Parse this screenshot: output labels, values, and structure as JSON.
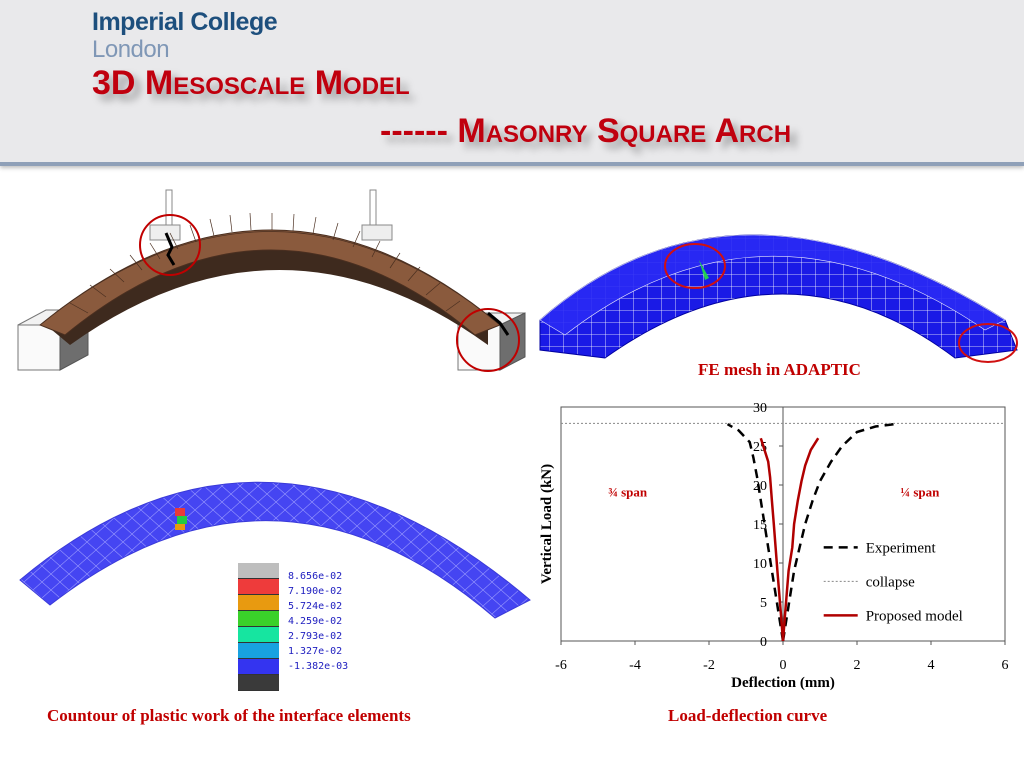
{
  "header": {
    "logo_line1": "Imperial College",
    "logo_line2": "London",
    "title_line1": "3D Mesoscale Model",
    "title_line2": "------ Masonry Square Arch"
  },
  "captions": {
    "fe_mesh": "FE mesh in ADAPTIC",
    "contour": "Countour of plastic work of the interface elements",
    "load_deflection": "Load-deflection curve"
  },
  "legend_scale": {
    "labels": [
      "8.656e-02",
      "7.190e-02",
      "5.724e-02",
      "4.259e-02",
      "2.793e-02",
      "1.327e-02",
      "-1.382e-03"
    ],
    "colors": [
      "#bebebe",
      "#ee3b3b",
      "#e89a10",
      "#3ad12a",
      "#16e5a0",
      "#18a2e0",
      "#3434f0",
      "#3a3a3a"
    ]
  },
  "chart_data": {
    "type": "line",
    "xlabel": "Deflection (mm)",
    "ylabel": "Vertical Load (kN)",
    "xlim": [
      -6,
      6
    ],
    "ylim": [
      0,
      30
    ],
    "xticks": [
      -6,
      -4,
      -2,
      0,
      2,
      4,
      6
    ],
    "yticks": [
      0,
      5,
      10,
      15,
      20,
      25,
      30
    ],
    "grid": false,
    "legend_position": "right",
    "annotations": [
      {
        "text": "¾ span",
        "x": -4.2,
        "y": 18.5
      },
      {
        "text": "¼ span",
        "x": 3.7,
        "y": 18.5
      }
    ],
    "series": [
      {
        "name": "Experiment",
        "style": "dashed",
        "color": "#000000",
        "segments": [
          [
            [
              0,
              0
            ],
            [
              -0.1,
              3
            ],
            [
              -0.2,
              6
            ],
            [
              -0.3,
              9
            ],
            [
              -0.4,
              12
            ],
            [
              -0.5,
              15
            ],
            [
              -0.6,
              18
            ],
            [
              -0.7,
              21
            ],
            [
              -0.8,
              23.5
            ],
            [
              -0.9,
              25.5
            ],
            [
              -1.2,
              27
            ],
            [
              -1.5,
              27.8
            ]
          ],
          [
            [
              0,
              0
            ],
            [
              0.1,
              3
            ],
            [
              0.2,
              6
            ],
            [
              0.3,
              9
            ],
            [
              0.45,
              12
            ],
            [
              0.6,
              15
            ],
            [
              0.8,
              18
            ],
            [
              1.0,
              20.5
            ],
            [
              1.3,
              23
            ],
            [
              1.6,
              25
            ],
            [
              2.0,
              26.8
            ],
            [
              2.5,
              27.5
            ],
            [
              3.0,
              27.8
            ]
          ]
        ]
      },
      {
        "name": "collapse",
        "style": "dotted",
        "color": "#888888",
        "segments": [
          [
            [
              -6,
              27.9
            ],
            [
              6,
              27.9
            ]
          ]
        ]
      },
      {
        "name": "Proposed model",
        "style": "solid",
        "color": "#b00000",
        "segments": [
          [
            [
              0,
              0
            ],
            [
              -0.05,
              3
            ],
            [
              -0.1,
              6
            ],
            [
              -0.15,
              9
            ],
            [
              -0.2,
              12
            ],
            [
              -0.25,
              15
            ],
            [
              -0.3,
              18
            ],
            [
              -0.35,
              21
            ],
            [
              -0.4,
              23
            ],
            [
              -0.5,
              24.5
            ],
            [
              -0.6,
              26
            ]
          ],
          [
            [
              0,
              0
            ],
            [
              0.05,
              3
            ],
            [
              0.1,
              6
            ],
            [
              0.15,
              9
            ],
            [
              0.25,
              12
            ],
            [
              0.3,
              15
            ],
            [
              0.4,
              18
            ],
            [
              0.5,
              20.5
            ],
            [
              0.6,
              22.5
            ],
            [
              0.75,
              24.5
            ],
            [
              0.95,
              26
            ]
          ]
        ]
      }
    ]
  }
}
